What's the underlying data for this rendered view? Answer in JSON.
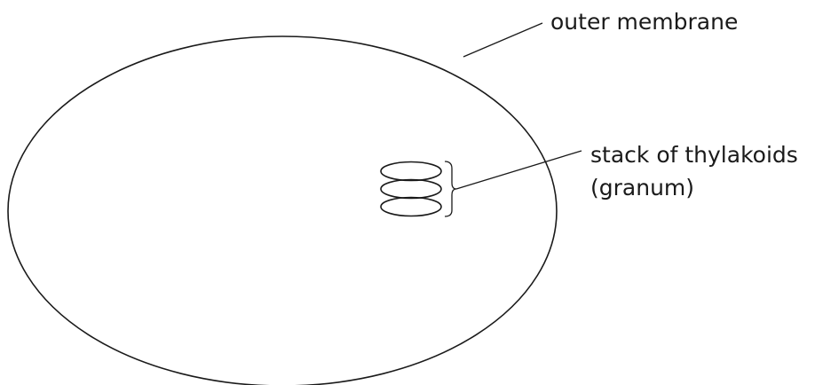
{
  "labels": {
    "outer_membrane": "outer membrane",
    "granum_line1": "stack of thylakoids",
    "granum_line2": "(granum)"
  },
  "colors": {
    "stroke": "#1a1a1a",
    "background": "#ffffff"
  }
}
